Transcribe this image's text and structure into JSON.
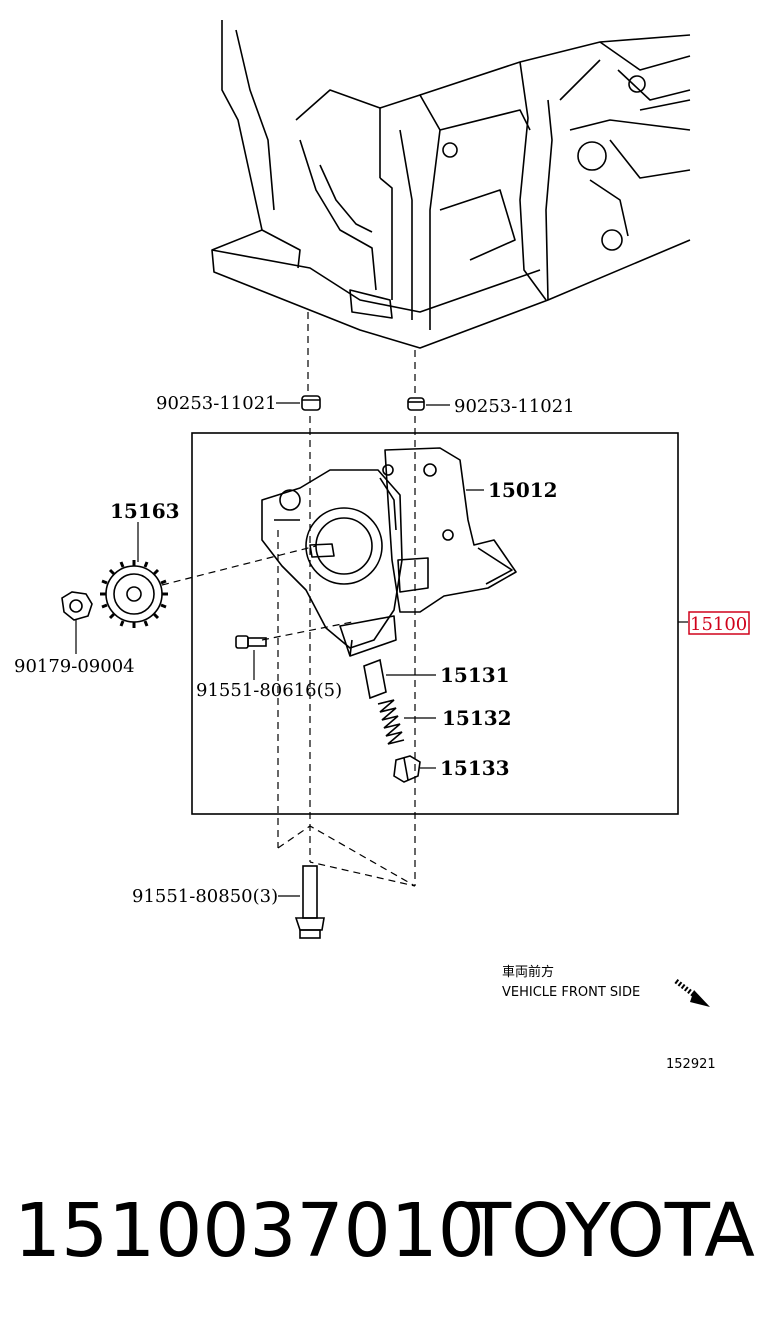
{
  "labels": {
    "l1": "90253-11021",
    "l2": "90253-11021",
    "l3": "15012",
    "l4": "15163",
    "l5": "15100",
    "l6": "90179-09004",
    "l7": "91551-80616(5)",
    "l8": "15131",
    "l9": "15132",
    "l10": "15133",
    "l11": "91551-80850(3)"
  },
  "direction": {
    "jp": "車両前方",
    "en": "VEHICLE FRONT SIDE"
  },
  "illustration_id": "152921",
  "footer": {
    "part_number": "1510037010",
    "brand": "TOYOTA"
  },
  "highlight_color": "#d0021b"
}
